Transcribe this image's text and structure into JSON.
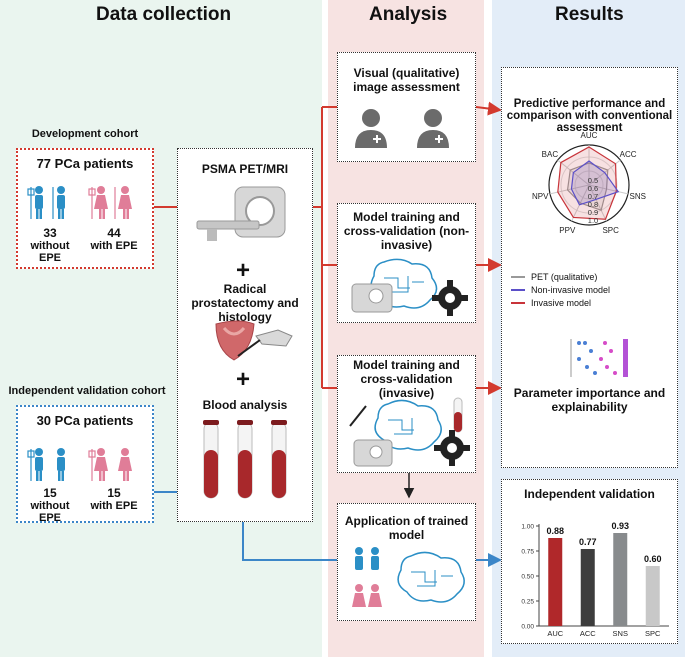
{
  "panels": {
    "data_title": "Data collection",
    "analysis_title": "Analysis",
    "results_title": "Results"
  },
  "dev": {
    "title": "Development cohort",
    "patients": "77 PCa patients",
    "n_without": "33",
    "label_without": "without EPE",
    "n_with": "44",
    "label_with": "with EPE"
  },
  "val": {
    "title": "Independent validation cohort",
    "patients": "30 PCa patients",
    "n_without": "15",
    "label_without": "without EPE",
    "n_with": "15",
    "label_with": "with EPE"
  },
  "center": {
    "psma": "PSMA PET/MRI",
    "plus": "+",
    "surgery": "Radical prostatectomy and histology",
    "blood": "Blood analysis"
  },
  "analysis": {
    "visual": "Visual (qualitative) image assessment",
    "noninv": "Model training and cross-validation (non-invasive)",
    "inv": "Model training and cross-validation (invasive)",
    "apply": "Application of trained model"
  },
  "results": {
    "perf_title": "Predictive performance and comparison with conventional assessment",
    "radar_axes": [
      "AUC",
      "ACC",
      "SNS",
      "SPC",
      "PPV",
      "NPV",
      "BAC"
    ],
    "radar_ticks": [
      "0.5",
      "0.6",
      "0.7",
      "0.8",
      "0.9",
      "1.0"
    ],
    "legend": [
      {
        "label": "PET (qualitative)",
        "color": "#999999"
      },
      {
        "label": "Non-invasive model",
        "color": "#5b4fc8"
      },
      {
        "label": "Invasive model",
        "color": "#c8343a"
      }
    ],
    "param_title": "Parameter importance and explainability",
    "indep_title": "Independent validation"
  },
  "chart_data": {
    "type": "bar",
    "categories": [
      "AUC",
      "ACC",
      "SNS",
      "SPC"
    ],
    "values": [
      0.88,
      0.77,
      0.93,
      0.6
    ],
    "value_labels": [
      "0.88",
      "0.77",
      "0.93",
      "0.60"
    ],
    "ylim": [
      0,
      1.0
    ],
    "yticks": [
      "0.00",
      "0.25",
      "0.50",
      "0.75",
      "1.00"
    ],
    "colors": [
      "#b0282a",
      "#3d3d3d",
      "#888b8d",
      "#c8c8c8"
    ]
  }
}
